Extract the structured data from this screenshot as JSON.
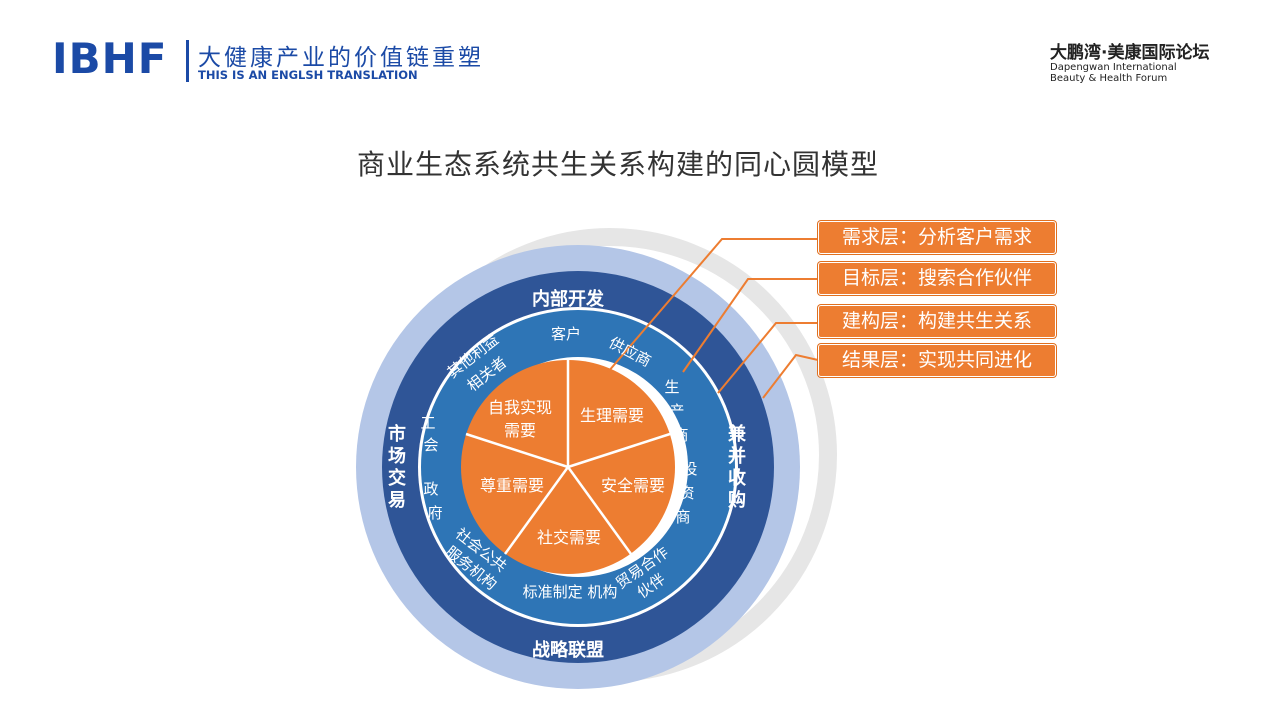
{
  "header": {
    "logo": "IBHF",
    "title": "大健康产业的价值链重塑",
    "subtitle": "THIS IS AN ENGLSH TRANSLATION"
  },
  "forum": {
    "title": "大鹏湾·美康国际论坛",
    "en_line1": "Dapengwan International",
    "en_line2": "Beauty & Health Forum"
  },
  "main_title": "商业生态系统共生关系构建的同心圆模型",
  "outer_ring": {
    "top": "内部开发",
    "left": "市场交易",
    "right": "兼并收购",
    "bottom": "战略联盟"
  },
  "middle_ring": {
    "kehu": "客户",
    "gongying": "供应商",
    "shengchan": "生产商",
    "touzi": "投资商",
    "maoyi_1": "贸易合作",
    "maoyi_2": "伙伴",
    "biaozhun": "标准制定 机构",
    "shehui_1": "社会公共",
    "shehui_2": "服务机构",
    "zhengfu": "政府",
    "gonghui": "工会",
    "qita_1": "其他利益",
    "qita_2": "相关者"
  },
  "inner_needs": {
    "self_1": "自我实现",
    "self_2": "需要",
    "physio": "生理需要",
    "safety": "安全需要",
    "social": "社交需要",
    "esteem": "尊重需要"
  },
  "layers": [
    "需求层：分析客户需求",
    "目标层：搜索合作伙伴",
    "建构层：构建共生关系",
    "结果层：实现共同进化"
  ],
  "colors": {
    "brand": "#1b4aa6",
    "outer_light": "#b4c6e7",
    "outer_dark": "#2f5597",
    "middle": "#2e75b6",
    "inner": "#ed7d31"
  }
}
